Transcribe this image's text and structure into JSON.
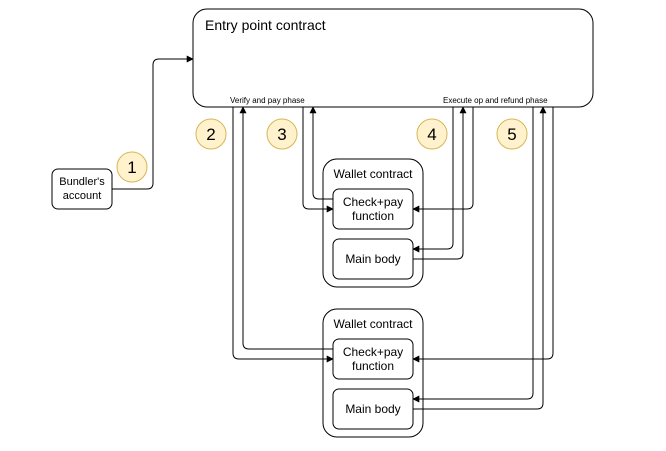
{
  "entry_point": {
    "title": "Entry point contract",
    "verify_phase_label": "Verify and pay phase",
    "execute_phase_label": "Execute op and refund phase"
  },
  "bundler": {
    "line1": "Bundler's",
    "line2": "account"
  },
  "steps": [
    "1",
    "2",
    "3",
    "4",
    "5"
  ],
  "wallets": [
    {
      "title": "Wallet contract",
      "check_pay_line1": "Check+pay",
      "check_pay_line2": "function",
      "main_body": "Main body"
    },
    {
      "title": "Wallet contract",
      "check_pay_line1": "Check+pay",
      "check_pay_line2": "function",
      "main_body": "Main body"
    }
  ],
  "colors": {
    "step_fill": "#fff2cc",
    "step_stroke": "#d6b656",
    "line": "#000000"
  }
}
